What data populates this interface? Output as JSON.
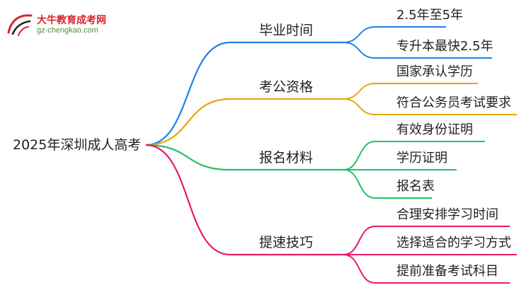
{
  "logo": {
    "mark_text": "大牛",
    "title": "大牛教育成考网",
    "url": "gz-chengkao.com"
  },
  "mindmap": {
    "root": "2025年深圳成人高考",
    "branches": [
      {
        "label": "毕业时间",
        "color": "#1f7fe6",
        "leaves": [
          "2.5年至5年",
          "专升本最快2.5年"
        ]
      },
      {
        "label": "考公资格",
        "color": "#e6a40f",
        "leaves": [
          "国家承认学历",
          "符合公务员考试要求"
        ]
      },
      {
        "label": "报名材料",
        "color": "#22c06a",
        "leaves": [
          "有效身份证明",
          "学历证明",
          "报名表"
        ]
      },
      {
        "label": "提速技巧",
        "color": "#e61a6e",
        "leaves": [
          "合理安排学习时间",
          "选择适合的学习方式",
          "提前准备考试科目"
        ]
      }
    ]
  }
}
